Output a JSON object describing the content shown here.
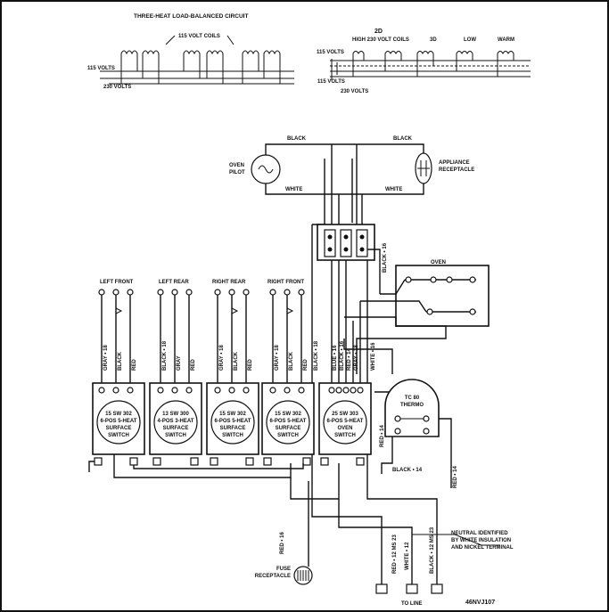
{
  "top_left": {
    "title": "THREE-HEAT LOAD-BALANCED CIRCUIT",
    "coils_label": "115 VOLT COILS",
    "v115": "115 VOLTS",
    "v230": "230 VOLTS"
  },
  "top_right": {
    "col_2d": "2D",
    "high": "HIGH 230 VOLT COILS",
    "col_3d": "3D",
    "low": "LOW",
    "warm": "WARM",
    "v115": "115 VOLTS",
    "v115b": "115 VOLTS",
    "v230": "230 VOLTS"
  },
  "wires": {
    "black_left": "BLACK",
    "black_right": "BLACK",
    "white_left": "WHITE",
    "white_right": "WHITE"
  },
  "oven_pilot": "OVEN PILOT",
  "appliance_receptacle": "APPLIANCE RECEPTACLE",
  "oven": "OVEN",
  "black_14_top": "BLACK • 16",
  "burners": [
    "LEFT FRONT",
    "LEFT REAR",
    "RIGHT REAR",
    "RIGHT FRONT"
  ],
  "switch_wires": [
    [
      "GRAY • 18",
      "BLACK",
      "RED"
    ],
    [
      "BLACK • 18",
      "GRAY",
      "RED"
    ],
    [
      "GRAY • 18",
      "BLACK",
      "RED"
    ],
    [
      "GRAY • 18",
      "BLACK",
      "RED"
    ],
    [
      "BLACK • 18",
      "BLUE • 16",
      "BLACK • 16",
      "RED • 14",
      "GRAY • 18"
    ]
  ],
  "white_16": "WHITE • 16",
  "switches": [
    [
      "15 SW 302",
      "6-POS 5-HEAT",
      "SURFACE",
      "SWITCH"
    ],
    [
      "13 SW 300",
      "4-POS 3-HEAT",
      "SURFACE",
      "SWITCH"
    ],
    [
      "15 SW 302",
      "6-POS 5-HEAT",
      "SURFACE",
      "SWITCH"
    ],
    [
      "15 SW 302",
      "6-POS 5-HEAT",
      "SURFACE",
      "SWITCH"
    ],
    [
      "25 SW 303",
      "6-POS 5-HEAT",
      "OVEN",
      "SWITCH"
    ]
  ],
  "thermo": [
    "TC 80",
    "THERMO"
  ],
  "red_14": "RED • 14",
  "black_14": "BLACK • 14",
  "red_14_right": "RED • 14",
  "red_16": "RED • 16",
  "fuse": [
    "FUSE",
    "RECEPTACLE"
  ],
  "red_12": "RED • 12 MS 23",
  "white_12": "WHITE • 12",
  "black_12": "BLACK • 12 MS 23",
  "neutral_note": [
    "NEUTRAL IDENTIFIED",
    "BY WHITE INSULATION",
    "AND NICKEL TERMINAL"
  ],
  "to_line": "TO LINE",
  "figure_id": "46NVJ107"
}
